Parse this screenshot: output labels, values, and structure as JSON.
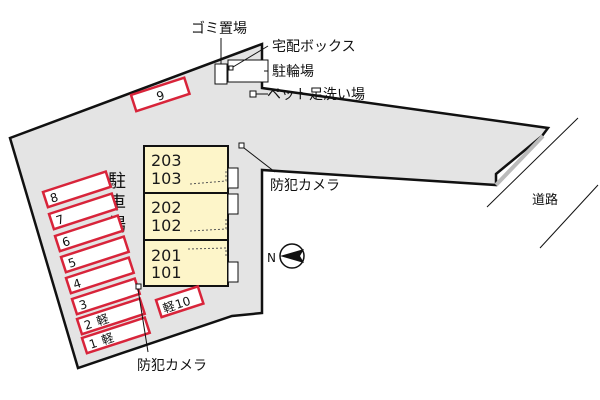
{
  "labels": {
    "garbage": "ゴミ置場",
    "delivery_box": "宅配ボックス",
    "bicycle": "駐輪場",
    "pet_wash": "ペット足洗い場",
    "camera": "防犯カメラ",
    "parking": "駐車場",
    "road": "道路",
    "north": "N"
  },
  "units": [
    {
      "upper": "203",
      "lower": "103"
    },
    {
      "upper": "202",
      "lower": "102"
    },
    {
      "upper": "201",
      "lower": "101"
    }
  ],
  "parking_spaces": [
    {
      "num": "1",
      "note": "軽"
    },
    {
      "num": "2",
      "note": "軽"
    },
    {
      "num": "3",
      "note": ""
    },
    {
      "num": "4",
      "note": ""
    },
    {
      "num": "5",
      "note": ""
    },
    {
      "num": "6",
      "note": ""
    },
    {
      "num": "7",
      "note": ""
    },
    {
      "num": "8",
      "note": ""
    },
    {
      "num": "9",
      "note": ""
    },
    {
      "num": "10",
      "note": "軽"
    }
  ],
  "colors": {
    "site": "#e4e4e4",
    "building": "#fdf5c9",
    "parking_stroke": "#d8243a",
    "parking_fill": "#ffffff",
    "line": "#111111"
  }
}
